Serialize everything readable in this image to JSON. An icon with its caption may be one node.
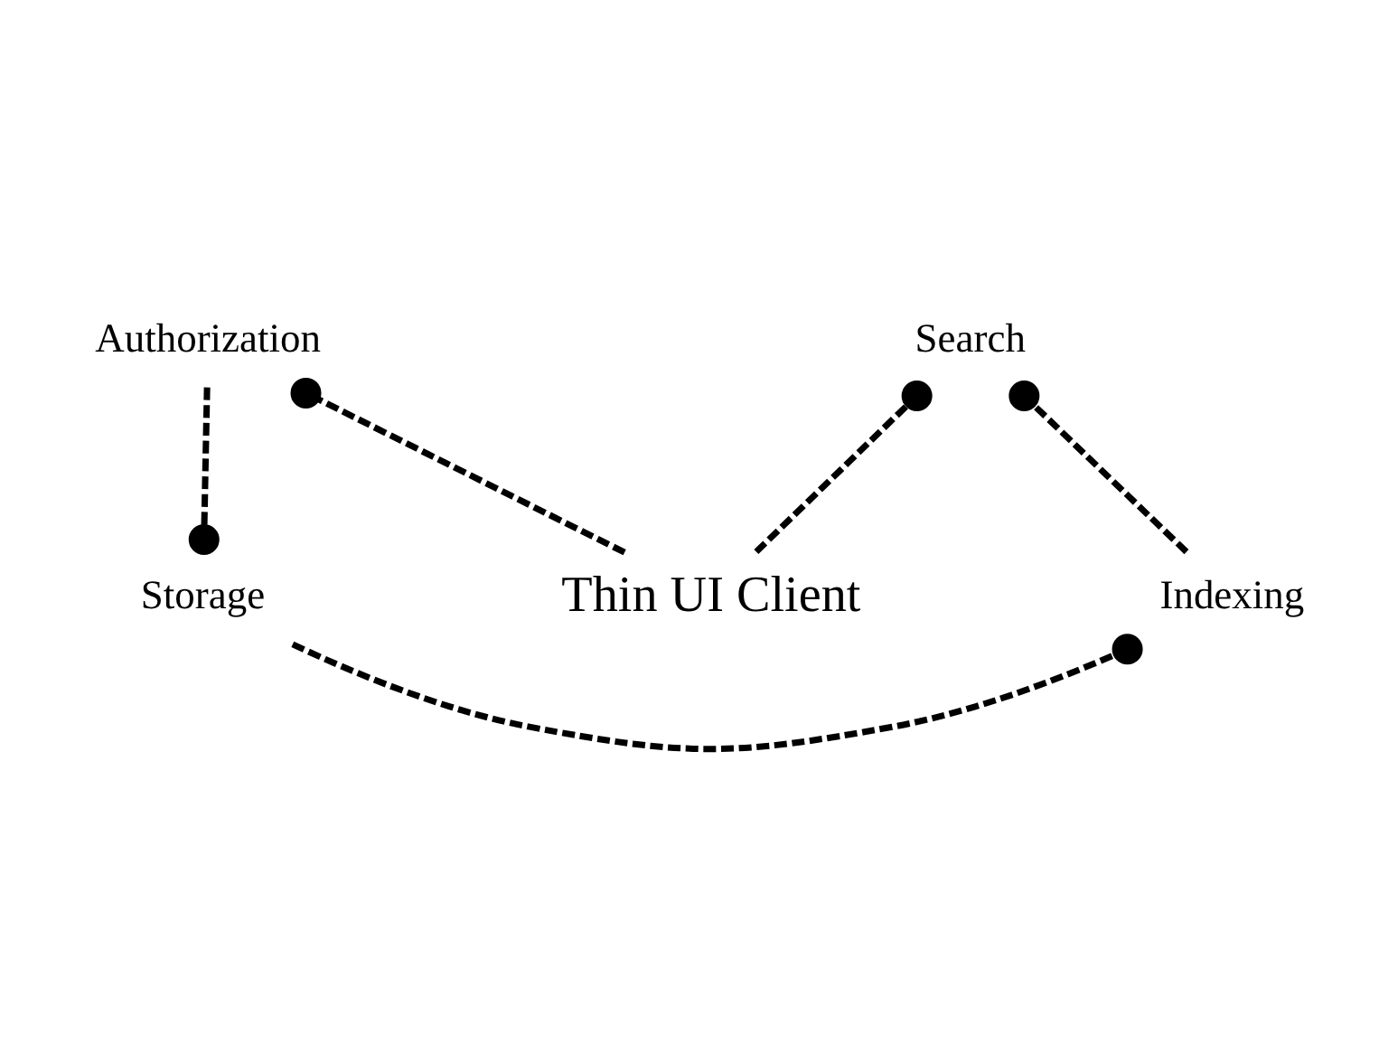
{
  "diagram": {
    "nodes": [
      {
        "text": [
          "Storage"
        ]
      },
      {
        "text": [
          "Indexing"
        ]
      },
      {
        "text": [
          "Authorization"
        ]
      },
      {
        "text": [
          "Search"
        ]
      },
      {
        "text": [
          "Thin UI Client"
        ]
      }
    ],
    "edges": [
      {
        "from": 0,
        "to": 1,
        "arrow": "other",
        "style": "dashed"
      },
      {
        "from": 2,
        "to": 0,
        "arrow": "other",
        "style": "dashed"
      },
      {
        "from": 1,
        "to": 3,
        "arrow": "other",
        "style": "dashed"
      },
      {
        "from": 4,
        "to": 2,
        "arrow": "other",
        "style": "dashed"
      },
      {
        "from": 4,
        "to": 3,
        "arrow": "other",
        "style": "dashed"
      }
    ]
  }
}
